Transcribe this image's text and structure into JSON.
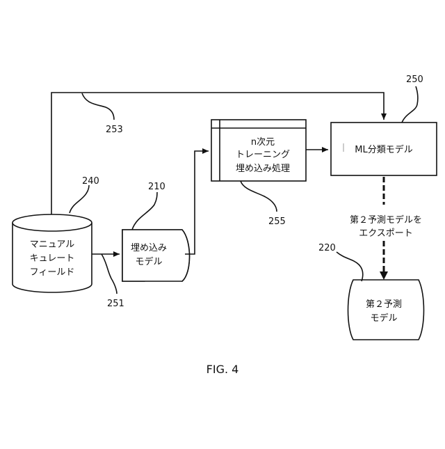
{
  "figure": {
    "caption": "FIG. 4",
    "nodes": {
      "manual_field": {
        "ref": "240",
        "lines": [
          "マニュアル",
          "キュレート",
          "フィールド"
        ]
      },
      "embedding_model": {
        "ref": "210",
        "lines": [
          "埋め込み",
          "モデル"
        ]
      },
      "n_dim_training": {
        "ref": "255",
        "lines": [
          "n次元",
          "トレーニング",
          "埋め込み処理"
        ]
      },
      "ml_classifier": {
        "ref": "250",
        "lines": [
          "ML分類モデル"
        ]
      },
      "second_model": {
        "ref": "220",
        "lines": [
          "第２予測",
          "モデル"
        ]
      }
    },
    "edges": {
      "top_line_ref": "253",
      "field_to_embedding_ref": "251",
      "export_label_lines": [
        "第２予測モデルを",
        "エクスポート"
      ]
    }
  }
}
